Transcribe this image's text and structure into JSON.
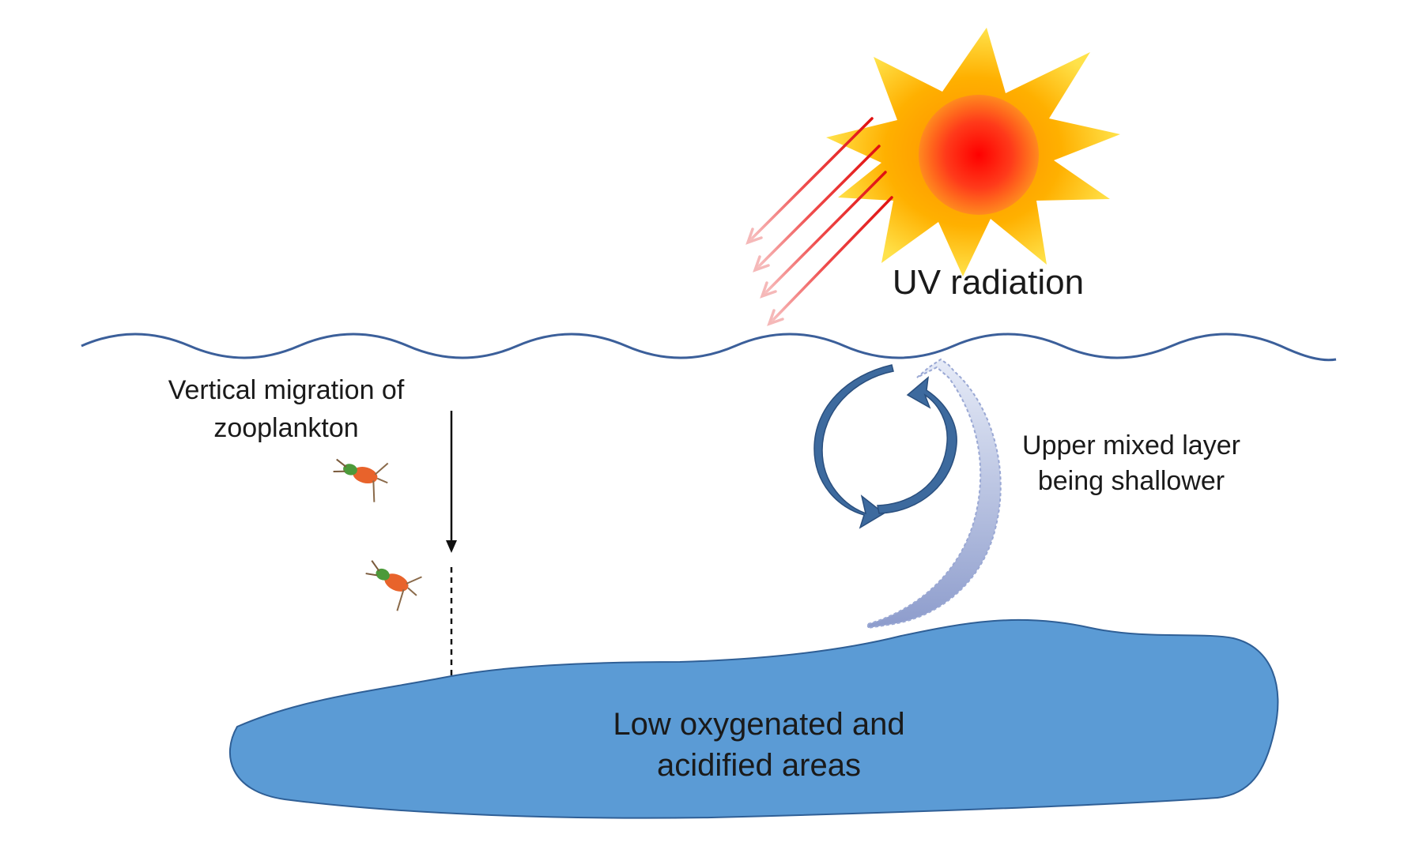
{
  "labels": {
    "uv_radiation": "UV radiation",
    "vertical_migration_line1": "Vertical migration of",
    "vertical_migration_line2": "zooplankton",
    "upper_mixed_line1": "Upper mixed layer",
    "upper_mixed_line2": "being shallower",
    "low_oxygen_line1": "Low oxygenated and",
    "low_oxygen_line2": "acidified areas"
  },
  "icons": {
    "sun": "sun-icon",
    "uv_rays": "uv-ray-arrows",
    "water_surface": "wavy-surface-line",
    "mixing_cycle": "circular-mixing-arrows",
    "shallowing_arrow": "faded-curved-arrow",
    "zooplankton": "zooplankton-icon",
    "low_oxygen_zone": "blue-blob"
  },
  "colors": {
    "water_line": "#3b5f9a",
    "low_oxygen_fill": "#5b9bd5",
    "low_oxygen_stroke": "#2f5f96",
    "uv_ray": "#e02020",
    "sun_core": "#ff1a1a",
    "sun_rays": "#ffc61a",
    "cycle_arrow": "#3d6a9e",
    "faded_arrow": "#c9d3ea"
  }
}
